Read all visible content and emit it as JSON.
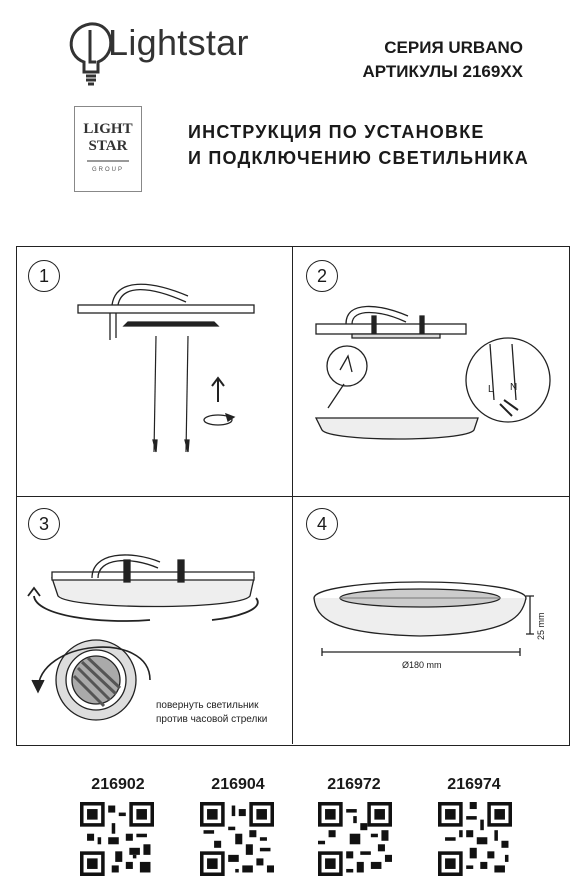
{
  "header": {
    "brand": "Lightstar",
    "series": "СЕРИЯ URBANO",
    "articles": "АРТИКУЛЫ 2169XX",
    "title_line1": "ИНСТРУКЦИЯ ПО УСТАНОВКЕ",
    "title_line2": "И ПОДКЛЮЧЕНИЮ СВЕТИЛЬНИКА",
    "badge": {
      "line1": "LIGHT",
      "line2": "STAR",
      "line3": "GROUP"
    }
  },
  "steps": [
    {
      "number": "1"
    },
    {
      "number": "2",
      "wire_l": "L",
      "wire_n": "N"
    },
    {
      "number": "3",
      "note_line1": "повернуть светильник",
      "note_line2": "против часовой стрелки"
    },
    {
      "number": "4",
      "diameter": "Ø180 mm",
      "height": "25 mm"
    }
  ],
  "products": [
    {
      "code": "216902"
    },
    {
      "code": "216904"
    },
    {
      "code": "216972"
    },
    {
      "code": "216974"
    }
  ]
}
